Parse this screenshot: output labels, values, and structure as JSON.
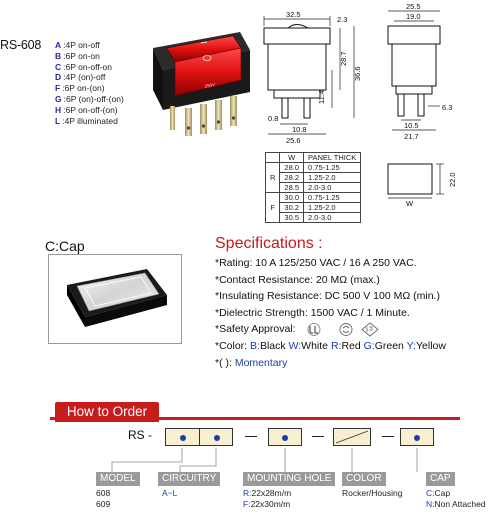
{
  "model_title": "RS-608",
  "circuitry": [
    {
      "code": "A",
      "desc": ":4P on-off"
    },
    {
      "code": "B",
      "desc": ":6P on-on"
    },
    {
      "code": "C",
      "desc": ":6P on-off-on"
    },
    {
      "code": "D",
      "desc": ":4P (on)-off"
    },
    {
      "code": "F",
      "desc": ":6P on-(on)"
    },
    {
      "code": "G",
      "desc": ":6P (on)-off-(on)"
    },
    {
      "code": "H",
      "desc": ":6P on-off-(on)"
    },
    {
      "code": "L",
      "desc": ":4P illuminated"
    }
  ],
  "switch_print": "250V",
  "dimensions": {
    "front": {
      "width": "32.5",
      "top": "2.3",
      "height": "28.7",
      "overall": "36.6",
      "stem": "11.4",
      "pin_gap": "0.8",
      "pin_pitch": "10.8",
      "base": "25.6"
    },
    "side": {
      "width": "25.5",
      "inner": "19.0",
      "pin": "6.3",
      "pitch": "10.5",
      "base": "21.7"
    },
    "cutout": {
      "height": "22.0",
      "width_label": "W"
    }
  },
  "panel_table": {
    "headers": [
      "W",
      "PANEL THICK"
    ],
    "groups": [
      {
        "label": "R",
        "rows": [
          [
            "28.0",
            "0.75-1.25"
          ],
          [
            "28.2",
            "1.25-2.0"
          ],
          [
            "28.5",
            "2.0-3.0"
          ]
        ]
      },
      {
        "label": "F",
        "rows": [
          [
            "30.0",
            "0.75-1.25"
          ],
          [
            "30.2",
            "1.25-2.0"
          ],
          [
            "30.5",
            "2.0-3.0"
          ]
        ]
      }
    ]
  },
  "cap": {
    "title": "C:Cap"
  },
  "specifications": {
    "title": "Specifications :",
    "rating": "*Rating: 10 A  125/250 VAC / 16 A  250 VAC.",
    "contact": "*Contact Resistance: 20 MΩ  (max.)",
    "insulating": "*Insulating Resistance: DC 500 V  100 MΩ  (min.)",
    "dielectric": "*Dielectric Strength: 1500 VAC / 1 Minute.",
    "safety": "*Safety Approval:",
    "color_prefix": "*Color: ",
    "colors": [
      {
        "code": "B:",
        "name": "Black "
      },
      {
        "code": "W:",
        "name": "White "
      },
      {
        "code": "R:",
        "name": "Red "
      },
      {
        "code": "G:",
        "name": "Green "
      },
      {
        "code": "Y:",
        "name": "Yellow"
      }
    ],
    "momentary_prefix": "*(     ): ",
    "momentary": "Momentary"
  },
  "order": {
    "title": "How to Order",
    "prefix": "RS -",
    "labels": {
      "model": "MODEL",
      "circuitry": "CIRCUITRY",
      "mounting": "MOUNTING HOLE",
      "color": "COLOR",
      "cap": "CAP"
    },
    "model_values": [
      "608",
      "609"
    ],
    "circuitry_value": "A~L",
    "mounting_values": [
      {
        "code": "R:",
        "desc": "22x28m/m"
      },
      {
        "code": "F:",
        "desc": "22x30m/m"
      }
    ],
    "color_value": "Rocker/Housing",
    "cap_values": [
      {
        "code": "C:",
        "desc": "Cap"
      },
      {
        "code": "N:",
        "desc": "Non Attached"
      }
    ]
  },
  "colors_palette": {
    "accent": "#c81c1c",
    "link": "#1e3ca8",
    "box": "#f7efd0",
    "label_bg": "#9a9a9a"
  }
}
